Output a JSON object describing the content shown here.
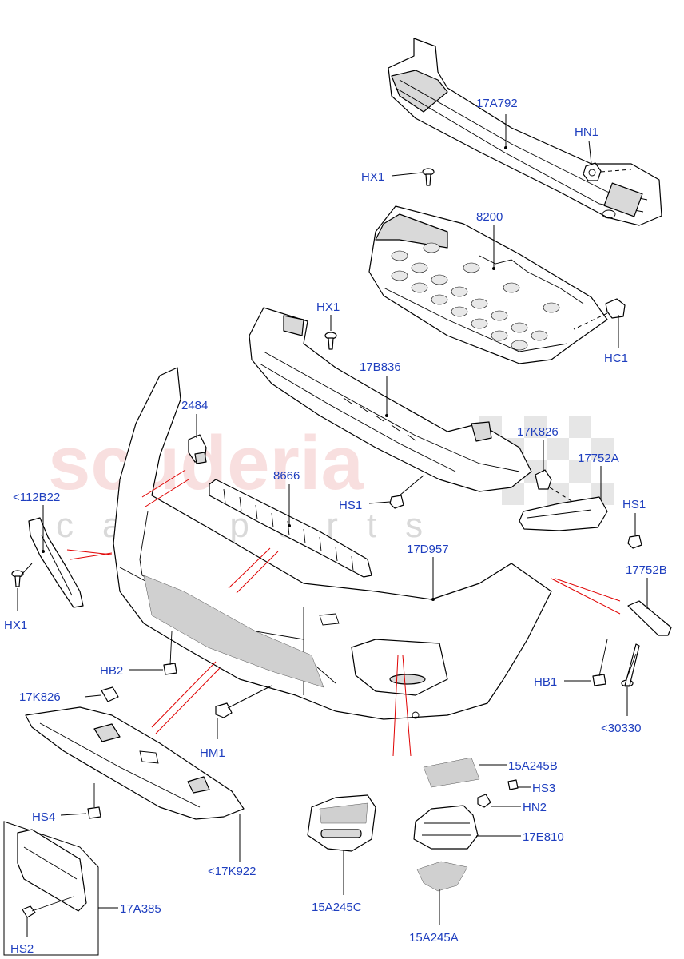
{
  "watermark": {
    "brand": "scuderia",
    "sub": "car parts"
  },
  "colors": {
    "callout": "#1f3fbf",
    "watermark": "#f4c6c6",
    "red_reference_line": "#e00000"
  },
  "callouts": {
    "p17A792": "17A792",
    "hn1": "HN1",
    "hx1_top": "HX1",
    "p8200": "8200",
    "hx1_mid": "HX1",
    "hc1": "HC1",
    "p17B836": "17B836",
    "p2484": "2484",
    "p17K826_right": "17K826",
    "p17752A": "17752A",
    "p8666": "8666",
    "p112B22": "<112B22",
    "hs1_left": "HS1",
    "hs1_right": "HS1",
    "p17D957": "17D957",
    "p17752B": "17752B",
    "hx1_left": "HX1",
    "hb2": "HB2",
    "hb1": "HB1",
    "p17K826_left": "17K826",
    "p30330": "<30330",
    "hm1": "HM1",
    "p15A245B": "15A245B",
    "hs3": "HS3",
    "hs4": "HS4",
    "hn2": "HN2",
    "p17E810": "17E810",
    "p17K922": "<17K922",
    "p17A385": "17A385",
    "p15A245C": "15A245C",
    "p15A245A": "15A245A",
    "hs2": "HS2"
  }
}
